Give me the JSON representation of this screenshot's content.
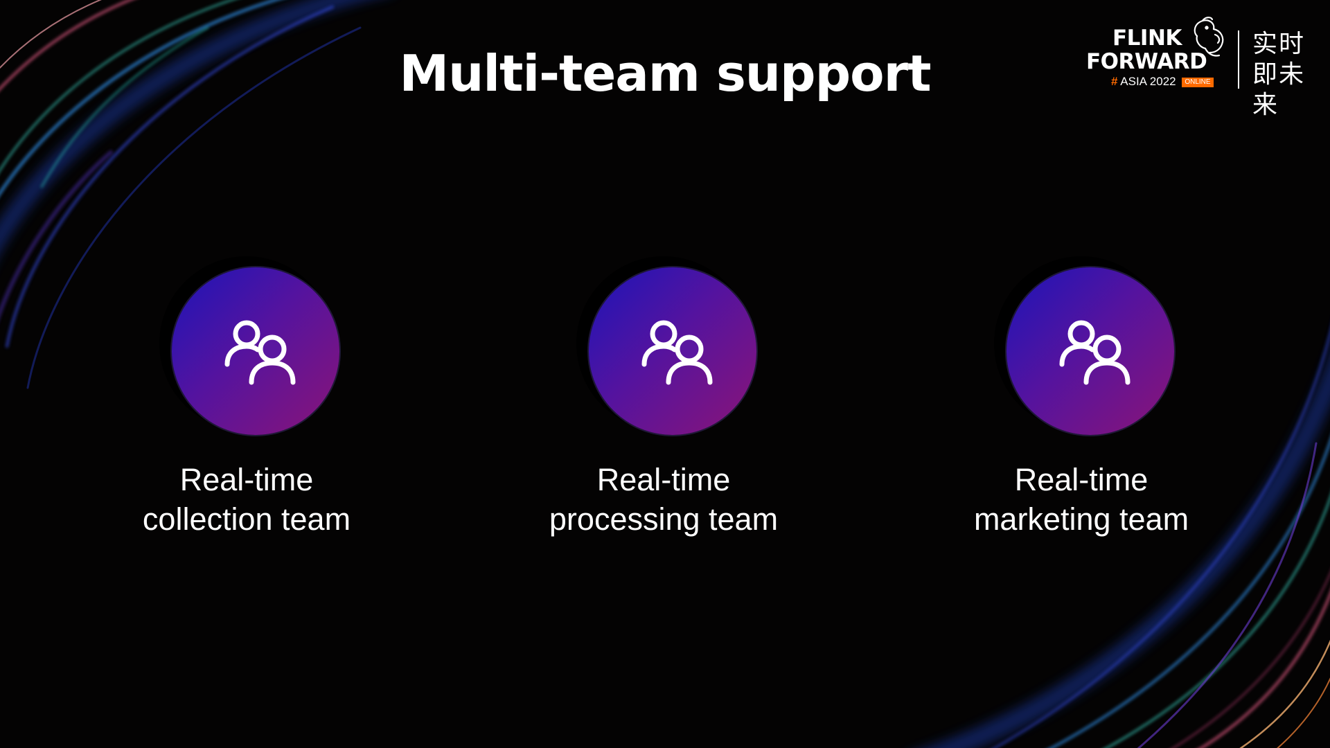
{
  "slide": {
    "title": "Multi-team support",
    "background_color": "#040303"
  },
  "logo": {
    "line1": "FLINK",
    "line2": "FORWARD",
    "hash": "#",
    "event": "ASIA 2022",
    "badge": "ONLINE",
    "tagline_cn": "实时即未来",
    "accent_color": "#ff6a00",
    "icon": "squirrel-icon"
  },
  "teams": [
    {
      "icon": "people-icon",
      "label_line1": "Real-time",
      "label_line2": "collection team"
    },
    {
      "icon": "people-icon",
      "label_line1": "Real-time",
      "label_line2": "processing team"
    },
    {
      "icon": "people-icon",
      "label_line1": "Real-time",
      "label_line2": "marketing team"
    }
  ],
  "colors": {
    "circle_gradient_start": "#1c15b8",
    "circle_gradient_end": "#8a1577",
    "text": "#ffffff"
  }
}
